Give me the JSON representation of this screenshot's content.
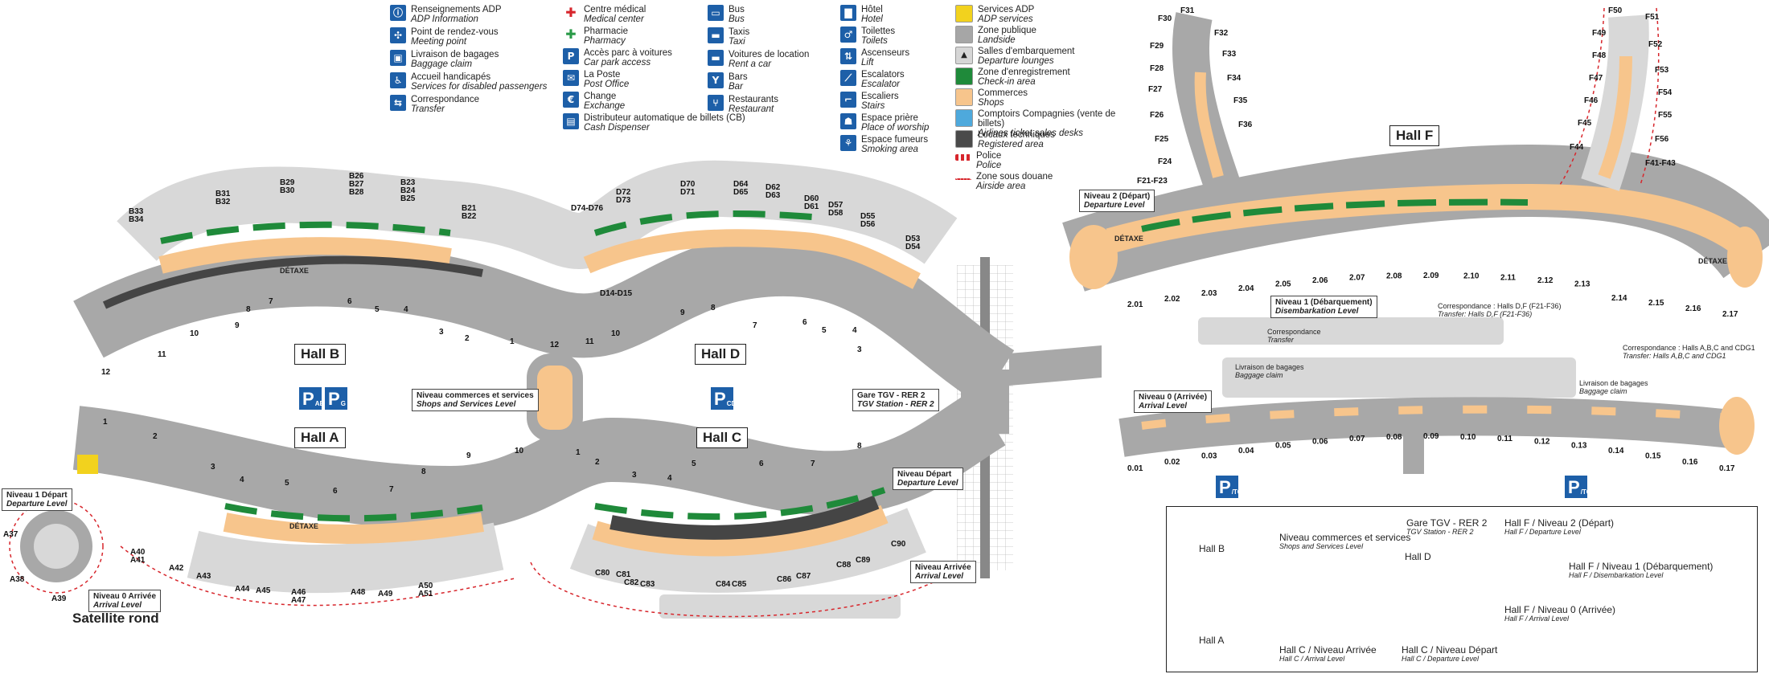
{
  "legend": {
    "col1": [
      {
        "icon": "information-icon",
        "glyph": "ⓘ",
        "fr": "Renseignements ADP",
        "en": "ADP Information"
      },
      {
        "icon": "meeting-point-icon",
        "glyph": "✣",
        "fr": "Point de rendez-vous",
        "en": "Meeting point"
      },
      {
        "icon": "baggage-claim-icon",
        "glyph": "▣",
        "fr": "Livraison de bagages",
        "en": "Baggage claim"
      },
      {
        "icon": "disabled-access-icon",
        "glyph": "♿",
        "fr": "Accueil handicapés",
        "en": "Services for disabled passengers"
      },
      {
        "icon": "transfer-icon",
        "glyph": "⇆",
        "fr": "Correspondance",
        "en": "Transfer"
      }
    ],
    "col2": [
      {
        "icon": "medical-cross-icon",
        "glyph": "✚",
        "bg": "#d7262c",
        "fr": "Centre médical",
        "en": "Medical center"
      },
      {
        "icon": "pharmacy-cross-icon",
        "glyph": "✚",
        "bg": "#2a9a48",
        "fr": "Pharmacie",
        "en": "Pharmacy"
      },
      {
        "icon": "car-park-icon",
        "glyph": "P",
        "fr": "Accès parc à voitures",
        "en": "Car park access"
      },
      {
        "icon": "post-office-icon",
        "glyph": "✉",
        "fr": "La Poste",
        "en": "Post Office"
      },
      {
        "icon": "exchange-icon",
        "glyph": "€",
        "fr": "Change",
        "en": "Exchange"
      },
      {
        "icon": "atm-icon",
        "glyph": "▤",
        "fr": "Distributeur automatique de billets (CB)",
        "en": "Cash Dispenser"
      }
    ],
    "col3": [
      {
        "icon": "bus-icon",
        "glyph": "▭",
        "fr": "Bus",
        "en": "Bus"
      },
      {
        "icon": "taxi-icon",
        "glyph": "▬",
        "fr": "Taxis",
        "en": "Taxi"
      },
      {
        "icon": "car-rental-icon",
        "glyph": "▬",
        "fr": "Voitures de location",
        "en": "Rent a car"
      },
      {
        "icon": "bar-icon",
        "glyph": "Y",
        "fr": "Bars",
        "en": "Bar"
      },
      {
        "icon": "restaurant-icon",
        "glyph": "⑂",
        "fr": "Restaurants",
        "en": "Restaurant"
      }
    ],
    "col4": [
      {
        "icon": "hotel-icon",
        "glyph": "▇",
        "fr": "Hôtel",
        "en": "Hotel"
      },
      {
        "icon": "toilets-icon",
        "glyph": "♂",
        "fr": "Toilettes",
        "en": "Toilets"
      },
      {
        "icon": "lift-icon",
        "glyph": "⇅",
        "fr": "Ascenseurs",
        "en": "Lift"
      },
      {
        "icon": "escalator-icon",
        "glyph": "⟋",
        "fr": "Escalators",
        "en": "Escalator"
      },
      {
        "icon": "stairs-icon",
        "glyph": "⌐",
        "fr": "Escaliers",
        "en": "Stairs"
      },
      {
        "icon": "prayer-icon",
        "glyph": "☗",
        "fr": "Espace prière",
        "en": "Place of worship"
      },
      {
        "icon": "smoking-icon",
        "glyph": "⚘",
        "fr": "Espace fumeurs",
        "en": "Smoking area"
      }
    ],
    "col5": [
      {
        "icon": "adp-services-swatch",
        "color": "#f2d21e",
        "fr": "Services ADP",
        "en": "ADP services"
      },
      {
        "icon": "landside-swatch",
        "color": "#a6a6a6",
        "fr": "Zone publique",
        "en": "Landside"
      },
      {
        "icon": "departure-lounge-icon",
        "glyph": "▲",
        "color": "#d6d6d6",
        "fr": "Salles d'embarquement",
        "en": "Departure lounges"
      },
      {
        "icon": "check-in-swatch",
        "color": "#1f8a3a",
        "fr": "Zone d'enregistrement",
        "en": "Check-in area"
      },
      {
        "icon": "shops-swatch",
        "color": "#f7c58c",
        "fr": "Commerces",
        "en": "Shops"
      },
      {
        "icon": "airline-desk-swatch",
        "color": "#4ea9dc",
        "fr": "Comptoirs Compagnies (vente de billets)",
        "en": "Airlines ticket sales desks"
      },
      {
        "icon": "registered-area-swatch",
        "color": "#4a4a4a",
        "fr": "Locaux techniques",
        "en": "Registered area"
      },
      {
        "icon": "police-swatch",
        "color": "police",
        "fr": "Police",
        "en": "Police"
      },
      {
        "icon": "airside-line",
        "color": "airside",
        "fr": "Zone sous douane",
        "en": "Airside area"
      }
    ]
  },
  "halls": {
    "b": "Hall B",
    "d": "Hall D",
    "a": "Hall A",
    "c": "Hall C",
    "f": "Hall F",
    "satellite": "Satellite rond"
  },
  "levels": {
    "shops": {
      "fr": "Niveau commerces et services",
      "en": "Shops and Services Level"
    },
    "tgv": {
      "fr": "Gare TGV - RER 2",
      "en": "TGV Station - RER 2"
    },
    "c_dep": {
      "fr": "Niveau Départ",
      "en": "Departure Level"
    },
    "c_arr": {
      "fr": "Niveau Arrivée",
      "en": "Arrival Level"
    },
    "sat_dep": {
      "fr": "Niveau 1 Départ",
      "en": "Departure Level"
    },
    "sat_arr": {
      "fr": "Niveau 0 Arrivée",
      "en": "Arrival Level"
    },
    "f2": {
      "fr": "Niveau 2 (Départ)",
      "en": "Departure Level"
    },
    "f1": {
      "fr": "Niveau 1 (Débarquement)",
      "en": "Disembarkation Level"
    },
    "f0": {
      "fr": "Niveau 0 (Arrivée)",
      "en": "Arrival Level"
    }
  },
  "notes": {
    "detaxe": "DÉTAXE",
    "f_transfer_df": {
      "fr": "Correspondance : Halls D,F (F21-F36)",
      "en": "Transfer: Halls D,F (F21-F36)"
    },
    "f_transfer_abc": {
      "fr": "Correspondance : Halls A,B,C and CDG1",
      "en": "Transfer: Halls A,B,C and CDG1"
    },
    "f_transfer": {
      "fr": "Correspondance",
      "en": "Transfer"
    },
    "f_baggage": {
      "fr": "Livraison de bagages",
      "en": "Baggage claim"
    },
    "f_baggage2": {
      "fr": "Livraison de bagages",
      "en": "Baggage claim"
    }
  },
  "parking": {
    "b1": {
      "p": "P",
      "sub": "AB"
    },
    "b2": {
      "p": "P",
      "sub": "G"
    },
    "d1": {
      "p": "P",
      "sub": "CD"
    },
    "f1": {
      "p": "P",
      "sub": "/TGV"
    },
    "f2": {
      "p": "P",
      "sub": "/TGV"
    }
  },
  "gates": {
    "hallB": [
      "B29\nB30",
      "B26\nB27\nB28",
      "B23\nB24\nB25",
      "B21\nB22",
      "B31\nB32",
      "B33\nB34"
    ],
    "hallD": [
      "D70\nD71",
      "D64\nD65",
      "D62\nD63",
      "D60\nD61",
      "D57\nD58",
      "D55\nD56",
      "D53\nD54",
      "D72\nD73",
      "D74-D76",
      "D14-D15"
    ],
    "hallA": [
      "A40\nA41",
      "A42",
      "A43",
      "A44",
      "A45",
      "A46\nA47",
      "A48",
      "A49",
      "A50\nA51",
      "A37",
      "A38",
      "A39"
    ],
    "hallC": [
      "C80",
      "C81",
      "C82",
      "C83",
      "C84",
      "C85",
      "C86",
      "C87",
      "C88",
      "C89",
      "C90"
    ],
    "hallF_north": [
      "F30",
      "F31",
      "F32",
      "F33",
      "F34",
      "F35",
      "F36",
      "F29",
      "F28",
      "F27",
      "F26",
      "F25",
      "F24",
      "F21-F23"
    ],
    "hallF_south": [
      "F50",
      "F51",
      "F52",
      "F53",
      "F54",
      "F55",
      "F56",
      "F49",
      "F48",
      "F47",
      "F46",
      "F45",
      "F44",
      "F41-F43"
    ],
    "f_upper": [
      "2.01",
      "2.02",
      "2.03",
      "2.04",
      "2.05",
      "2.06",
      "2.07",
      "2.08",
      "2.09",
      "2.10",
      "2.11",
      "2.12",
      "2.13",
      "2.14",
      "2.15",
      "2.16",
      "2.17"
    ],
    "f_lower": [
      "0.01",
      "0.02",
      "0.03",
      "0.04",
      "0.05",
      "0.06",
      "0.07",
      "0.08",
      "0.09",
      "0.10",
      "0.11",
      "0.12",
      "0.13",
      "0.14",
      "0.15",
      "0.16",
      "0.17"
    ],
    "bd_door": [
      "12",
      "11",
      "10",
      "9",
      "8",
      "7",
      "6",
      "5",
      "4",
      "3",
      "2",
      "1",
      "12",
      "11",
      "10",
      "9",
      "8",
      "7",
      "6",
      "5",
      "4",
      "3"
    ],
    "ac_door": [
      "1",
      "2",
      "3",
      "4",
      "5",
      "6",
      "7",
      "8",
      "9",
      "10",
      "1",
      "2",
      "3",
      "4",
      "5",
      "6",
      "7",
      "8"
    ]
  },
  "schema": {
    "hall_b": "Hall B",
    "hall_a": "Hall A",
    "hall_d": "Hall D",
    "shops": {
      "fr": "Niveau commerces et services",
      "en": "Shops and Services Level"
    },
    "tgv": {
      "fr": "Gare TGV - RER 2",
      "en": "TGV Station - RER 2"
    },
    "f2": {
      "fr": "Hall F / Niveau 2 (Départ)",
      "en": "Hall F / Departure Level"
    },
    "f1": {
      "fr": "Hall F / Niveau 1 (Débarquement)",
      "en": "Hall F / Disembarkation Level"
    },
    "f0": {
      "fr": "Hall F / Niveau 0 (Arrivée)",
      "en": "Hall F / Arrival Level"
    },
    "c_arr": {
      "fr": "Hall C / Niveau Arrivée",
      "en": "Hall C / Arrival Level"
    },
    "c_dep": {
      "fr": "Hall C / Niveau Départ",
      "en": "Hall C / Departure Level"
    }
  },
  "colors": {
    "landside": "#a8a8a8",
    "lounge": "#d9d9d9",
    "checkin": "#1f8a3a",
    "shops": "#f7c58c",
    "desks": "#4ea9dc",
    "dark": "#454545",
    "yellow": "#f2d21e",
    "blue": "#1d5fa8",
    "police": "#d7262c"
  }
}
